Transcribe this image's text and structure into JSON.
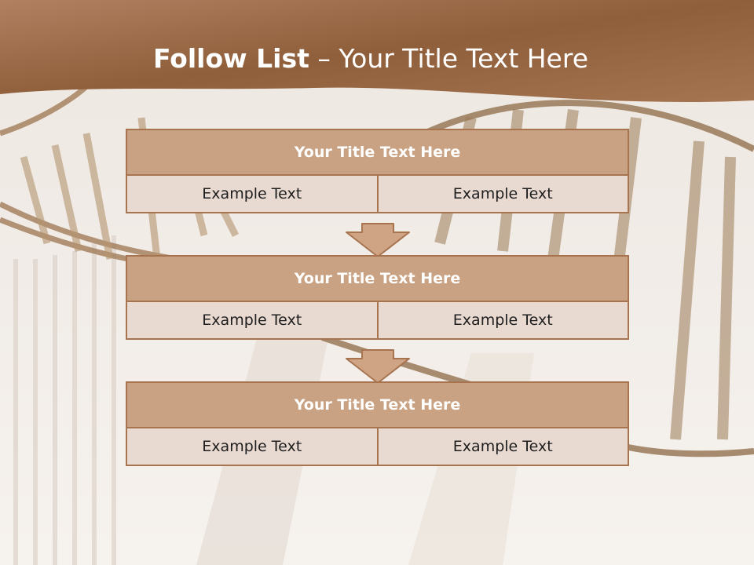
{
  "slide": {
    "title_bold": "Follow List",
    "title_rest": "– Your Title Text Here"
  },
  "blocks": [
    {
      "title": "Your Title Text Here",
      "cells": [
        "Example Text",
        "Example Text"
      ]
    },
    {
      "title": "Your Title Text Here",
      "cells": [
        "Example Text",
        "Example Text"
      ]
    },
    {
      "title": "Your Title Text Here",
      "cells": [
        "Example Text",
        "Example Text"
      ]
    }
  ],
  "colors": {
    "header_band": "#8b5a35",
    "block_header": "#c9a283",
    "block_cell": "#e9dad1",
    "block_border": "#a87450",
    "arrow_fill": "#cfa485"
  }
}
